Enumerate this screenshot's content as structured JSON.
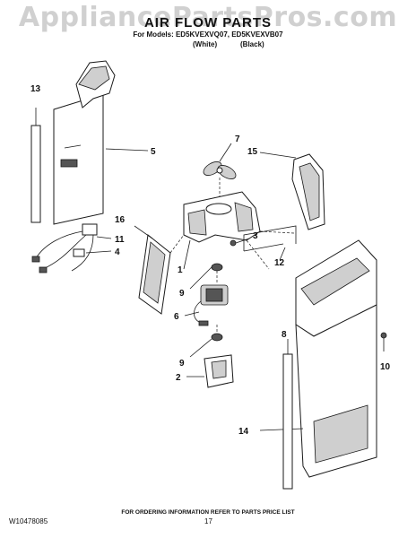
{
  "watermark": "AppliancePartsPros.com",
  "header": {
    "title": "AIR FLOW PARTS",
    "models": "For Models: ED5KVEXVQ07, ED5KVEXVB07",
    "variant_white": "(White)",
    "variant_black": "(Black)"
  },
  "callouts": [
    "1",
    "2",
    "3",
    "4",
    "5",
    "6",
    "7",
    "8",
    "9",
    "9",
    "10",
    "11",
    "12",
    "13",
    "14",
    "15",
    "16"
  ],
  "footer": {
    "ordering_note": "FOR ORDERING INFORMATION REFER TO PARTS PRICE LIST",
    "document_number": "W10478085",
    "page_number": "17"
  }
}
